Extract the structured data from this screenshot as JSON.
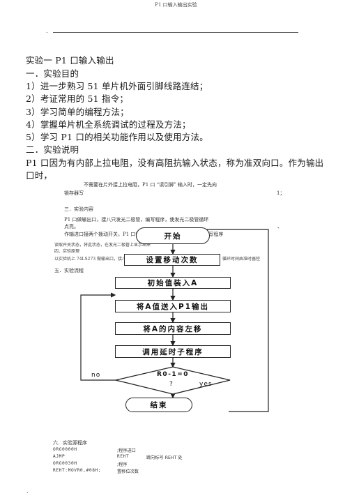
{
  "header": {
    "title": "P1 口输入输出实验"
  },
  "top_mark": ".",
  "doc": {
    "title": "实验一 P1 口输入输出",
    "section1": "一．实验目的",
    "objectives": [
      "1）进一步熟习 51 单片机外面引脚线路连结；",
      "2）考证常用的 51 指令；",
      "3）学习简单的编程方法；",
      "4）掌握单片机全系统调试的过程及方法；",
      "5）学习 P1 口的相关功能作用以及使用方法。"
    ],
    "section2": "二．实验说明",
    "desc_line1": "P1 口因为有内部上拉电阻，没有高阻抗输入状态，称为准双向口。作为输出",
    "desc_line2": "口时，"
  },
  "small_text": {
    "line1": "不需要在片外接上拉电阻，P1 口 “读引脚” 输入时，一定先向",
    "line2": "锁存器写",
    "line2_right": "1；",
    "section3": "三．实验内容",
    "content1": "P1 口做输出口，接八只发光二极管，编写程序，使发光二极管循环",
    "content2": "点亮。",
    "content2_right": "、",
    "content3": "作输进口接两个拨动开关，P1 口做输出口，接两个发光二极管，编写程序",
    "overlap1": "读取开关状态，将此状态，在发光二极管上显示出来",
    "overlap2": "四．实验原理",
    "overlap3": "以实验机上 74LS273 做输出口，接八只发光二极管，编写程序，使发光二极管循环点亮，循环时间由准时器控",
    "section5": "五．实验流程"
  },
  "flowchart": {
    "start": "开始",
    "step1": "设置移动次数",
    "step2": "初始值装入A",
    "step3": "将A值送入P1输出",
    "step4": "将A的内容左移",
    "step5": "调用延时子程序",
    "decision": "R0-1=0",
    "decision_q": "?",
    "no": "no",
    "yes": "yes",
    "end": "结束"
  },
  "program": {
    "section6": "六．实验源程序",
    "rows": [
      {
        "code": "ORG0000H",
        "comment": ";程序进口",
        "extra": ""
      },
      {
        "code": "AJMP",
        "comment": "REHT",
        "extra": "跳向标号 REHT 处"
      },
      {
        "code": "ORG0030H",
        "comment": ";程序",
        "extra": ""
      },
      {
        "code": "REHT:MOVR0,#08H;",
        "comment": "置移位次数",
        "extra": ""
      }
    ]
  },
  "bottom_mark": "."
}
